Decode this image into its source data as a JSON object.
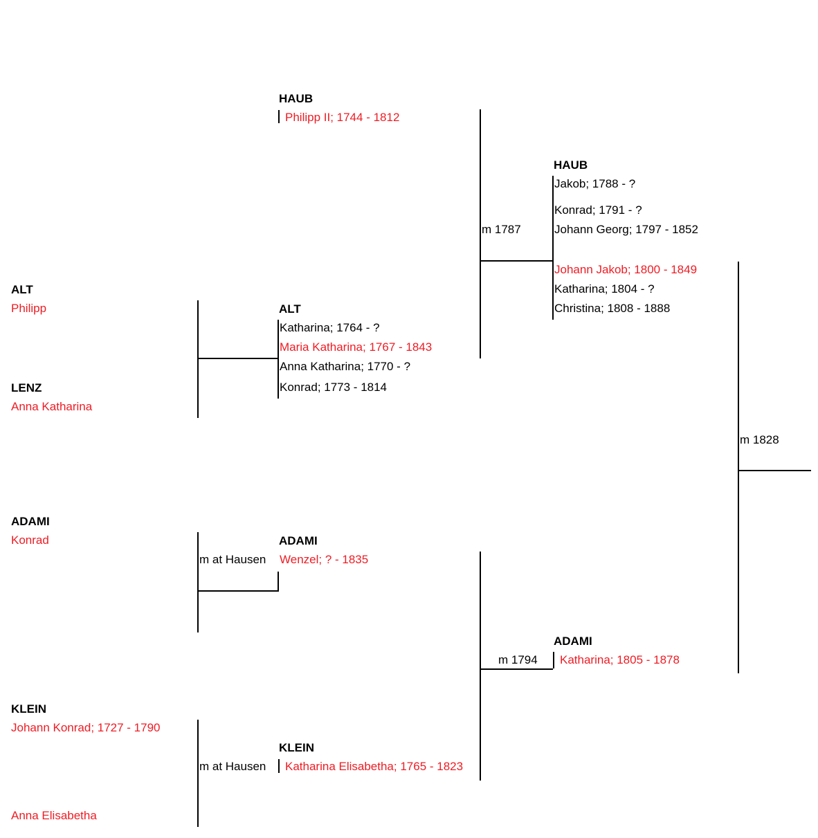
{
  "colors": {
    "highlight": "#ee1c24",
    "text": "#000000",
    "line": "#000000"
  },
  "haub_gen1": {
    "surname": "HAUB",
    "person": "Philipp II; 1744 - 1812"
  },
  "alt_gen0": {
    "surname": "ALT",
    "person": "Philipp"
  },
  "lenz_gen0": {
    "surname": "LENZ",
    "person": "Anna Katharina"
  },
  "alt_gen1": {
    "surname": "ALT",
    "children": [
      "Katharina; 1764 - ?",
      "Maria Katharina; 1767 - 1843",
      "Anna Katharina; 1770 - ?",
      "Konrad; 1773 - 1814"
    ]
  },
  "marriage_haub_alt": "m 1787",
  "haub_gen2": {
    "surname": "HAUB",
    "children": [
      "Jakob; 1788 - ?",
      "Konrad; 1791 - ?",
      "Johann Georg; 1797 - 1852",
      "Johann Jakob; 1800 - 1849",
      "Katharina; 1804 - ?",
      "Christina; 1808 - 1888"
    ]
  },
  "marriage_final": "m 1828",
  "adami_gen0": {
    "surname": "ADAMI",
    "person": "Konrad"
  },
  "marriage_adami": "m at  Hausen",
  "adami_gen1": {
    "surname": "ADAMI",
    "person": "Wenzel; ? - 1835"
  },
  "klein_gen0": {
    "surname": "KLEIN",
    "person": "Johann Konrad; 1727 - 1790",
    "spouse": "Anna Elisabetha"
  },
  "marriage_klein": "m at Hausen",
  "klein_gen1": {
    "surname": "KLEIN",
    "person": "Katharina Elisabetha; 1765 - 1823"
  },
  "marriage_adami_klein": "m 1794",
  "adami_gen2": {
    "surname": "ADAMI",
    "person": "Katharina; 1805 - 1878"
  }
}
